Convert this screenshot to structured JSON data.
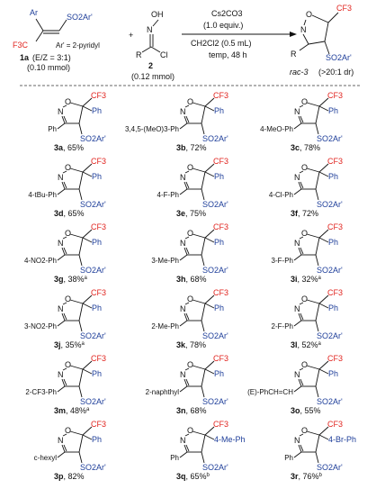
{
  "header": {
    "reagent1": {
      "ar": "Ar",
      "so2": "SO2Ar'",
      "f3c": "F3C",
      "arp_def": "Ar' = 2-pyridyl",
      "name": "1a",
      "ratio": "(E/Z = 3:1)",
      "amount": "(0.10 mmol)"
    },
    "plus": "+",
    "reagent2": {
      "oh": "OH",
      "n": "N",
      "r": "R",
      "cl": "Cl",
      "name": "2",
      "amount": "(0.12 mmol)"
    },
    "conditions": {
      "base": "Cs2CO3",
      "equiv": "(1.0 equiv.)",
      "solvent": "CH2Cl2 (0.5 mL)",
      "temp": "temp, 48 h"
    },
    "product": {
      "name": "rac-3",
      "dr": "(>20:1 dr)",
      "r": "R",
      "cf3": "CF3",
      "so2": "SO2Ar'"
    }
  },
  "products": [
    {
      "sub": "Ph",
      "c5": "Ph",
      "label": "3a",
      "yield": ", 65%",
      "note": ""
    },
    {
      "sub": "3,4,5-(MeO)3-Ph",
      "c5": "Ph",
      "label": "3b",
      "yield": ", 72%",
      "note": ""
    },
    {
      "sub": "4-MeO-Ph",
      "c5": "Ph",
      "label": "3c",
      "yield": ", 78%",
      "note": ""
    },
    {
      "sub": "4-tBu-Ph",
      "c5": "Ph",
      "label": "3d",
      "yield": ", 65%",
      "note": ""
    },
    {
      "sub": "4-F-Ph",
      "c5": "Ph",
      "label": "3e",
      "yield": ", 75%",
      "note": ""
    },
    {
      "sub": "4-Cl-Ph",
      "c5": "Ph",
      "label": "3f",
      "yield": ", 72%",
      "note": ""
    },
    {
      "sub": "4-NO2-Ph",
      "c5": "Ph",
      "label": "3g",
      "yield": ", 38%",
      "note": "a"
    },
    {
      "sub": "3-Me-Ph",
      "c5": "Ph",
      "label": "3h",
      "yield": ", 68%",
      "note": ""
    },
    {
      "sub": "3-F-Ph",
      "c5": "Ph",
      "label": "3i",
      "yield": ", 32%",
      "note": "a"
    },
    {
      "sub": "3-NO2-Ph",
      "c5": "Ph",
      "label": "3j",
      "yield": ", 35%",
      "note": "a"
    },
    {
      "sub": "2-Me-Ph",
      "c5": "Ph",
      "label": "3k",
      "yield": ", 78%",
      "note": ""
    },
    {
      "sub": "2-F-Ph",
      "c5": "Ph",
      "label": "3l",
      "yield": ", 52%",
      "note": "a"
    },
    {
      "sub": "2-CF3-Ph",
      "c5": "Ph",
      "label": "3m",
      "yield": ", 48%",
      "note": "a"
    },
    {
      "sub": "2-naphthyl",
      "c5": "Ph",
      "label": "3n",
      "yield": ", 68%",
      "note": ""
    },
    {
      "sub": "(E)-PhCH=CH",
      "c5": "Ph",
      "label": "3o",
      "yield": ", 55%",
      "note": ""
    },
    {
      "sub": "c-hexyl",
      "c5": "Ph",
      "label": "3p",
      "yield": ", 82%",
      "note": ""
    },
    {
      "sub": "Ph",
      "c5": "4-Me-Ph",
      "label": "3q",
      "yield": ", 65%",
      "note": "b"
    },
    {
      "sub": "Ph",
      "c5": "4-Br-Ph",
      "label": "3r",
      "yield": ", 76%",
      "note": "b"
    }
  ],
  "common": {
    "o": "O",
    "n": "N",
    "cf3": "CF3",
    "so2": "SO2Ar'"
  }
}
